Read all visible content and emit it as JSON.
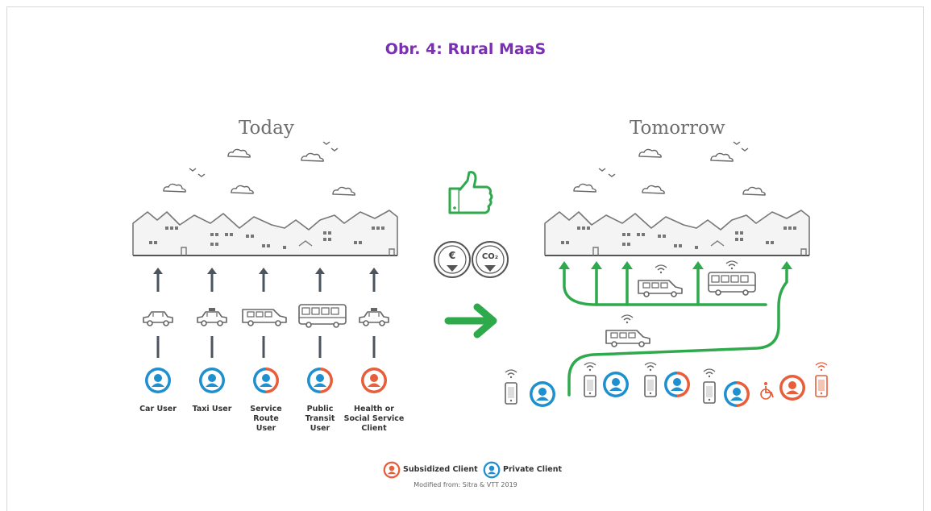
{
  "title": "Obr. 4: Rural MaaS",
  "colors": {
    "title": "#7b2fb5",
    "green": "#2eaa4c",
    "blue": "#1e8fcf",
    "orange": "#e85d3a",
    "gray": "#555555"
  },
  "today": {
    "heading": "Today",
    "users": [
      {
        "label": "Car User",
        "type": "private",
        "vehicle": "car-icon"
      },
      {
        "label": "Taxi User",
        "type": "private",
        "vehicle": "taxi-icon"
      },
      {
        "label": "Service Route User",
        "type": "mixed",
        "vehicle": "van-icon"
      },
      {
        "label": "Public Transit User",
        "type": "mixed",
        "vehicle": "bus-icon"
      },
      {
        "label": "Health or Social Service Client",
        "type": "subsidized",
        "vehicle": "taxi-icon"
      }
    ]
  },
  "middle": {
    "thumb_icon": "thumbs-up-icon",
    "euro_text": "€",
    "co2_text": "CO₂"
  },
  "tomorrow": {
    "heading": "Tomorrow"
  },
  "legend": {
    "subsidized": "Subsidized Client",
    "private": "Private Client"
  },
  "credit": "Modified from: Sitra & VTT 2019"
}
